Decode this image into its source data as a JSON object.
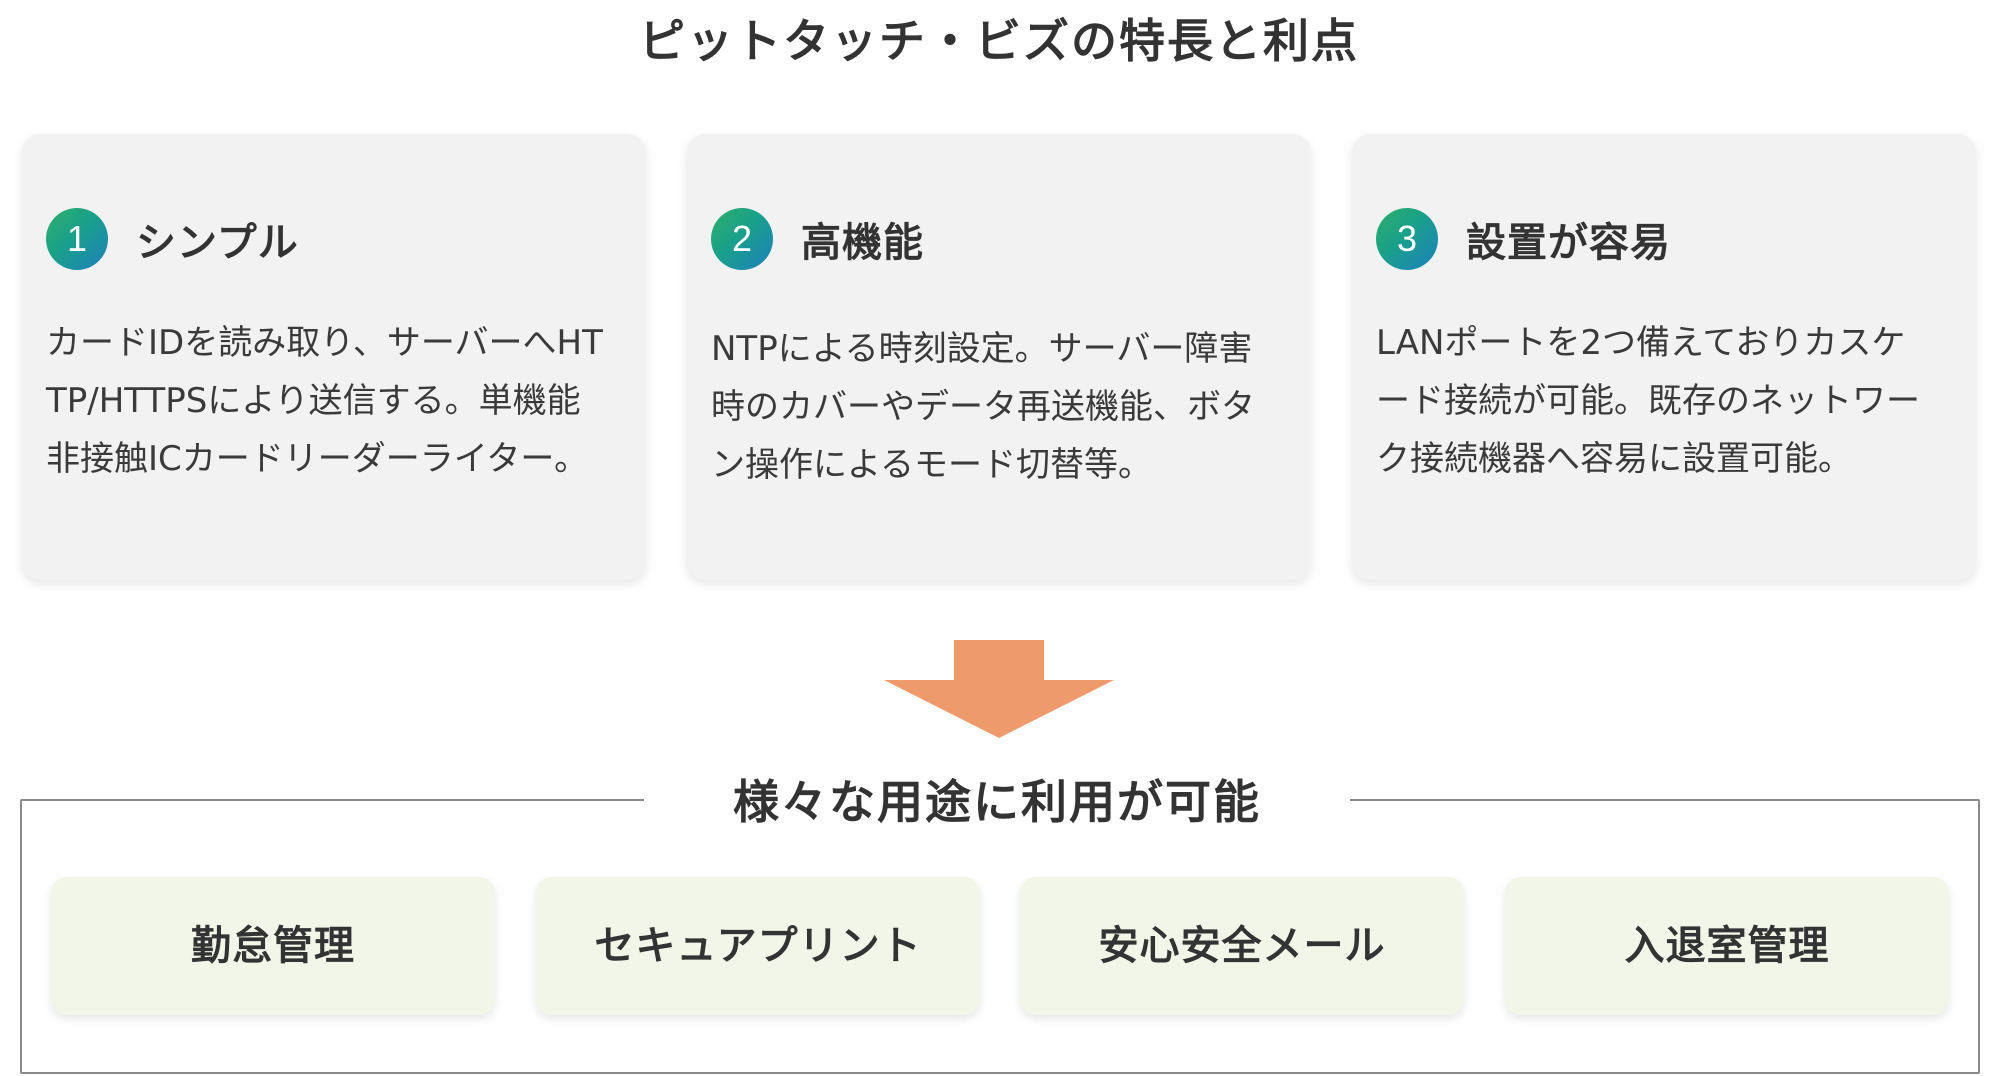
{
  "title": "ピットタッチ・ビズの特長と利点",
  "features": [
    {
      "number": "1",
      "title": "シンプル",
      "description": "カードIDを読み取り、サーバーへHTTP/HTTPSにより送信する。単機能非接触ICカードリーダーライター。"
    },
    {
      "number": "2",
      "title": "高機能",
      "description": "NTPによる時刻設定。サーバー障害時のカバーやデータ再送機能、ボタン操作によるモード切替等。"
    },
    {
      "number": "3",
      "title": "設置が容易",
      "description": "LANポートを2つ備えておりカスケード接続が可能。既存のネットワーク接続機器へ容易に設置可能。"
    }
  ],
  "arrow_color": "#ee9a6a",
  "uses": {
    "title": "様々な用途に利用が可能",
    "items": [
      "勤怠管理",
      "セキュアプリント",
      "安心安全メール",
      "入退室管理"
    ]
  },
  "colors": {
    "card_bg": "#f2f2f2",
    "use_bg": "#f1f6e8",
    "badge_gradient_start": "#2fae6a",
    "badge_gradient_end": "#1e7fbf",
    "text": "#333333"
  }
}
